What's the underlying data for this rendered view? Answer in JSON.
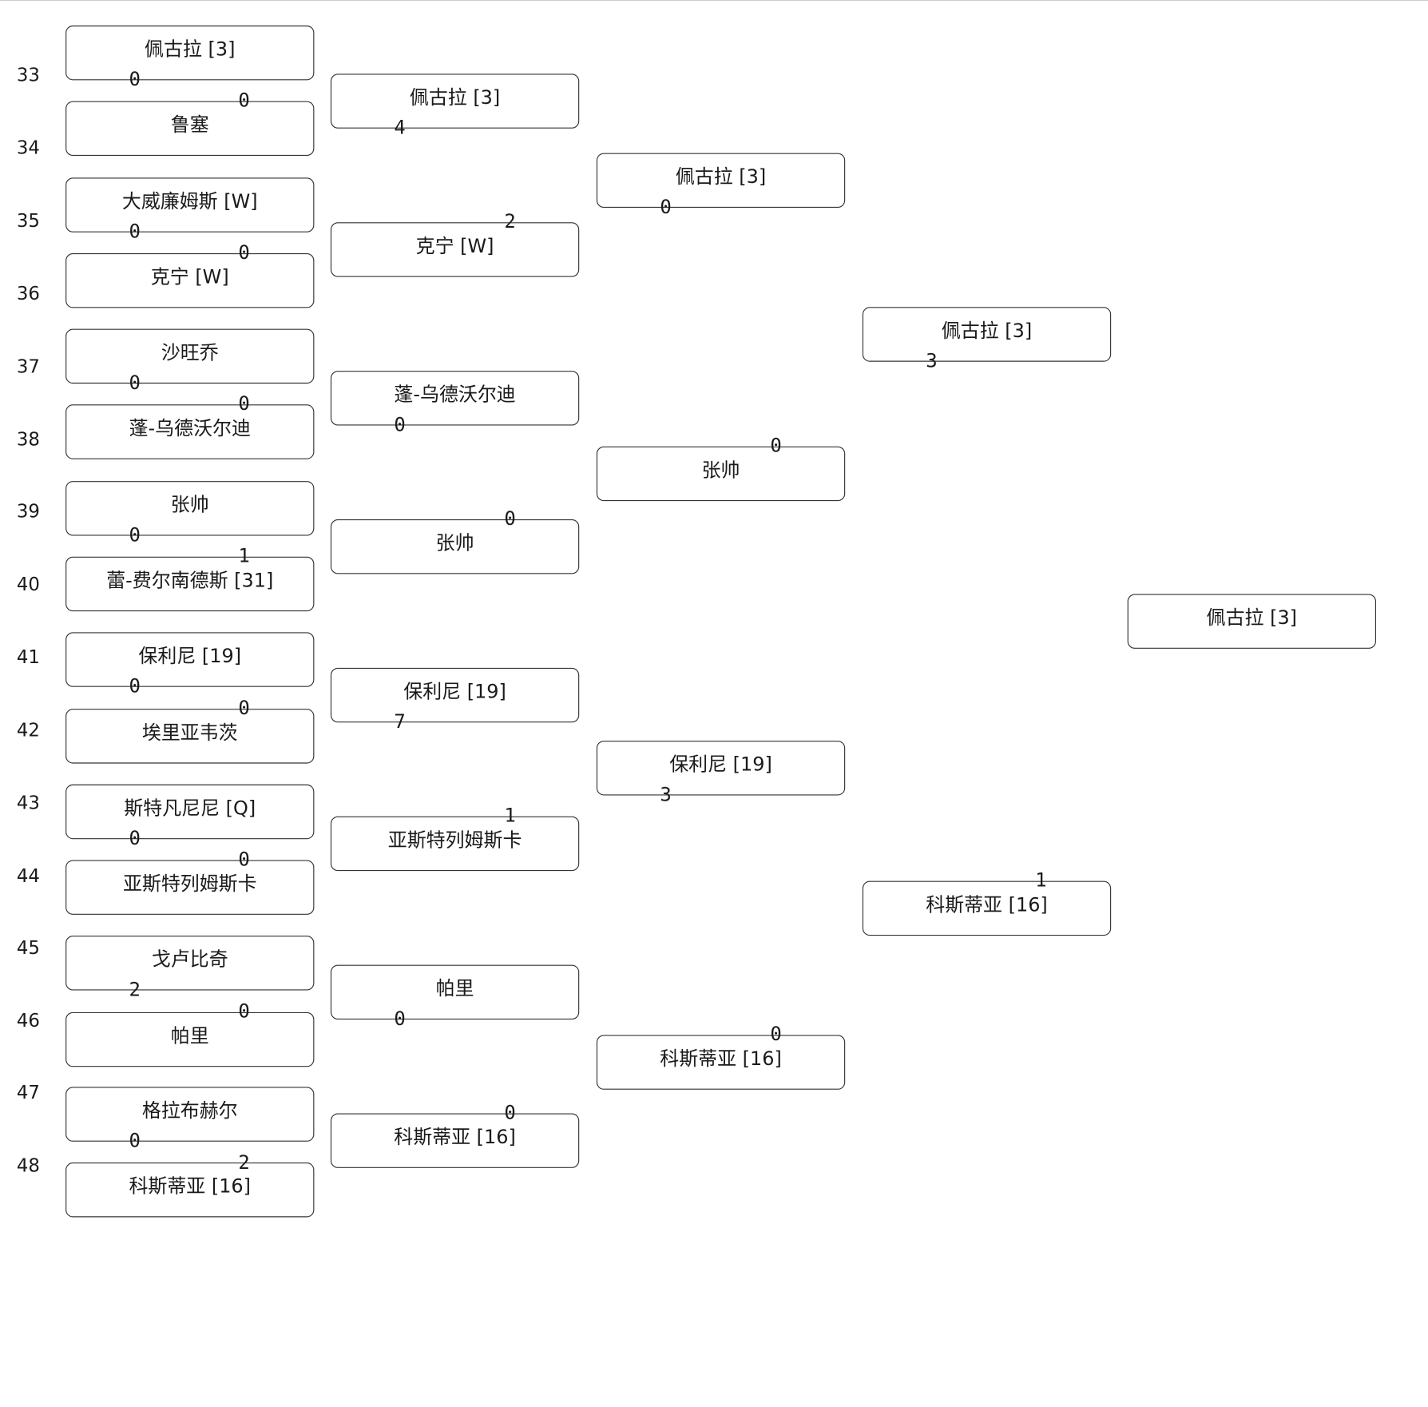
{
  "seeds": [
    "33",
    "34",
    "35",
    "36",
    "37",
    "38",
    "39",
    "40",
    "41",
    "42",
    "43",
    "44",
    "45",
    "46",
    "47",
    "48"
  ],
  "round1": [
    {
      "name": "佩古拉 [3]",
      "score": "0"
    },
    {
      "name": "鲁塞",
      "score": "0"
    },
    {
      "name": "大威廉姆斯 [W]",
      "score": "0"
    },
    {
      "name": "克宁 [W]",
      "score": "0"
    },
    {
      "name": "沙旺乔",
      "score": "0"
    },
    {
      "name": "蓬-乌德沃尔迪",
      "score": "0"
    },
    {
      "name": "张帅",
      "score": "0"
    },
    {
      "name": "蕾-费尔南德斯 [31]",
      "score": "1"
    },
    {
      "name": "保利尼 [19]",
      "score": "0"
    },
    {
      "name": "埃里亚韦茨",
      "score": "0"
    },
    {
      "name": "斯特凡尼尼 [Q]",
      "score": "0"
    },
    {
      "name": "亚斯特列姆斯卡",
      "score": "0"
    },
    {
      "name": "戈卢比奇",
      "score": "2"
    },
    {
      "name": "帕里",
      "score": "0"
    },
    {
      "name": "格拉布赫尔",
      "score": "0"
    },
    {
      "name": "科斯蒂亚 [16]",
      "score": "2"
    }
  ],
  "round2": [
    {
      "name": "佩古拉 [3]",
      "score": "4"
    },
    {
      "name": "克宁 [W]",
      "score": "2"
    },
    {
      "name": "蓬-乌德沃尔迪",
      "score": "0"
    },
    {
      "name": "张帅",
      "score": "0"
    },
    {
      "name": "保利尼 [19]",
      "score": "7"
    },
    {
      "name": "亚斯特列姆斯卡",
      "score": "1"
    },
    {
      "name": "帕里",
      "score": "0"
    },
    {
      "name": "科斯蒂亚 [16]",
      "score": "0"
    }
  ],
  "round3": [
    {
      "name": "佩古拉 [3]",
      "score": "0"
    },
    {
      "name": "张帅",
      "score": "0"
    },
    {
      "name": "保利尼 [19]",
      "score": "3"
    },
    {
      "name": "科斯蒂亚 [16]",
      "score": "0"
    }
  ],
  "round4": [
    {
      "name": "佩古拉 [3]",
      "score": "3"
    },
    {
      "name": "科斯蒂亚 [16]",
      "score": "1"
    }
  ],
  "round5": [
    {
      "name": "佩古拉 [3]"
    }
  ]
}
